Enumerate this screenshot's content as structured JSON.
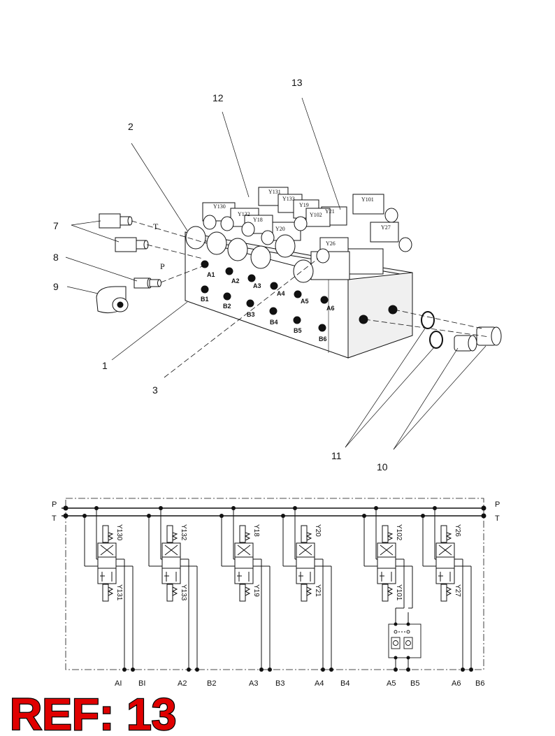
{
  "callouts": {
    "c1": "1",
    "c2": "2",
    "c3": "3",
    "c7": "7",
    "c8": "8",
    "c9": "9",
    "c10": "10",
    "c11": "11",
    "c12": "12",
    "c13": "13"
  },
  "drawing_ports": {
    "t": "T",
    "p": "P",
    "a1": "A1",
    "a2": "A2",
    "a3": "A3",
    "a4": "A4",
    "a5": "A5",
    "a6": "A6",
    "b1": "B1",
    "b2": "B2",
    "b3": "B3",
    "b4": "B4",
    "b5": "B5",
    "b6": "B6"
  },
  "valve_tags": {
    "y130": "Y130",
    "y131": "Y131",
    "y132": "Y132",
    "y133": "Y133",
    "y18": "Y18",
    "y19": "Y19",
    "y20": "Y20",
    "y21": "Y21",
    "y26": "Y26",
    "y27": "Y27",
    "y101": "Y101",
    "y102": "Y102"
  },
  "schematic": {
    "p_left": "P",
    "t_left": "T",
    "p_right": "P",
    "t_right": "T",
    "valves": [
      {
        "top": "Y130",
        "bottom": "Y131"
      },
      {
        "top": "Y132",
        "bottom": "Y133"
      },
      {
        "top": "Y18",
        "bottom": "Y19"
      },
      {
        "top": "Y20",
        "bottom": "Y21"
      },
      {
        "top": "Y102",
        "bottom": "Y101"
      },
      {
        "top": "Y26",
        "bottom": "Y27"
      }
    ],
    "ports": [
      "AI",
      "BI",
      "A2",
      "B2",
      "A3",
      "B3",
      "A4",
      "B4",
      "A5",
      "B5",
      "A6",
      "B6"
    ]
  },
  "ref_label": "REF: 13"
}
